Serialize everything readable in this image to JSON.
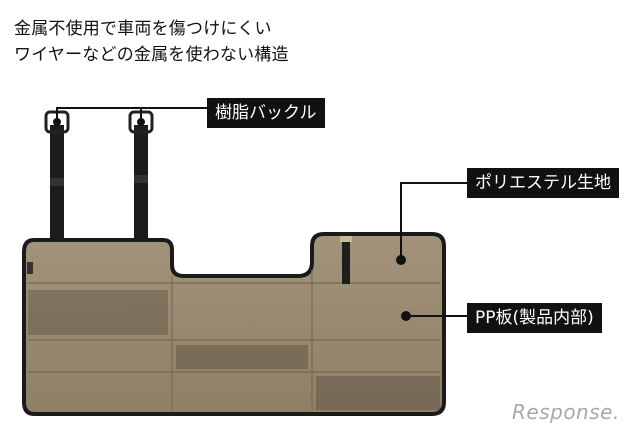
{
  "headline": {
    "line1": "金属不使用で車両を傷つけにくい",
    "line2": "ワイヤーなどの金属を使わない構造"
  },
  "labels": {
    "buckle": "樹脂バックル",
    "polyester": "ポリエステル生地",
    "pp_board": "PP板(製品内部)"
  },
  "watermark": "Response.",
  "colors": {
    "fabric": "#9c8c70",
    "fabric_dark": "#857760",
    "border": "#1a1a1a",
    "label_bg": "#111111",
    "label_text": "#ffffff"
  }
}
